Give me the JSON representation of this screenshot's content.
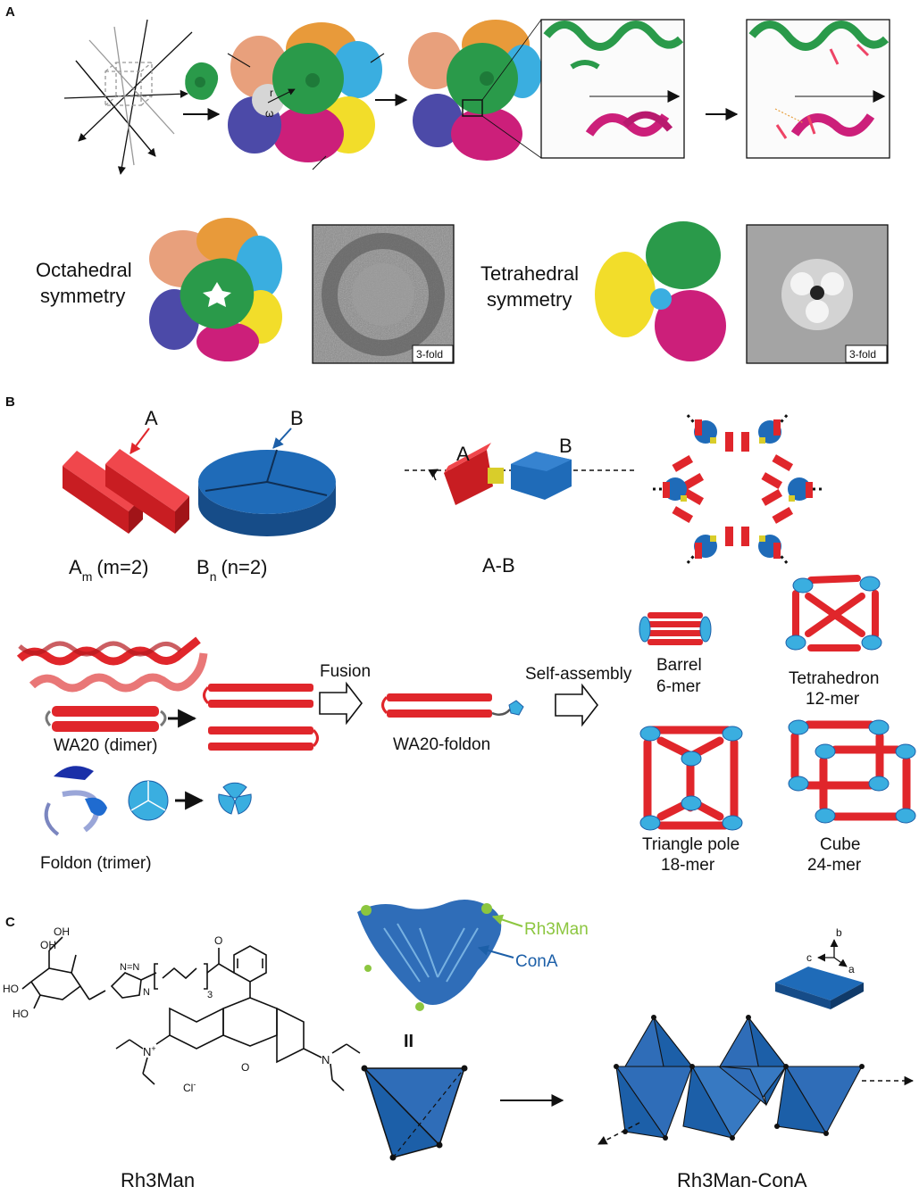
{
  "panels": {
    "a": {
      "letter": "A",
      "left_label": [
        "Octahedral",
        "symmetry"
      ],
      "right_label": [
        "Tetrahedral",
        "symmetry"
      ],
      "em_badge": "3-fold",
      "moment_labels": [
        "r",
        "ω"
      ]
    },
    "b": {
      "letter": "B",
      "label_A": "A",
      "label_B": "B",
      "am_main": "A",
      "am_sub": "m",
      "am_paren": "(m=2)",
      "bn_main": "B",
      "bn_sub": "n",
      "bn_paren": "(n=2)",
      "ab": "A-B",
      "fusion": "Fusion",
      "self_assembly": "Self-assembly",
      "wa20": "WA20 (dimer)",
      "wa20_foldon": "WA20-foldon",
      "foldon": "Foldon (trimer)",
      "products": [
        {
          "name": "Barrel",
          "mer": "6-mer"
        },
        {
          "name": "Tetrahedron",
          "mer": "12-mer"
        },
        {
          "name": "Triangle pole",
          "mer": "18-mer"
        },
        {
          "name": "Cube",
          "mer": "24-mer"
        }
      ]
    },
    "c": {
      "letter": "C",
      "rh3man_arrow": "Rh3Man",
      "cona_arrow": "ConA",
      "equals": "II",
      "axis_b": "b",
      "axis_c": "c",
      "axis_a": "a",
      "molecule_name": "Rh3Man",
      "assembly_name": "Rh3Man-ConA",
      "chem": {
        "oh_top1": "OH",
        "oh_top2": "OH",
        "ho1": "HO",
        "ho2": "HO",
        "n_triazole": "N=N",
        "n1": "N",
        "o_carbonyl": "O",
        "sub3": "3",
        "cl": "Cl",
        "cl_sup": "-",
        "n_plus": "N",
        "n_plus_sup": "+",
        "n_right": "N",
        "o_ring": "O"
      }
    }
  },
  "colors": {
    "red": "#e0262b",
    "dark_red": "#a11418",
    "blue": "#1c5fa8",
    "light_blue": "#3aaee0",
    "green": "#2a9a4a",
    "salmon": "#e8a07c",
    "orange": "#e89a3a",
    "yellow": "#f2dd2a",
    "magenta": "#cc1f7a",
    "purple": "#4c4aa8",
    "lime": "#8cc63f",
    "gray": "#777777"
  }
}
